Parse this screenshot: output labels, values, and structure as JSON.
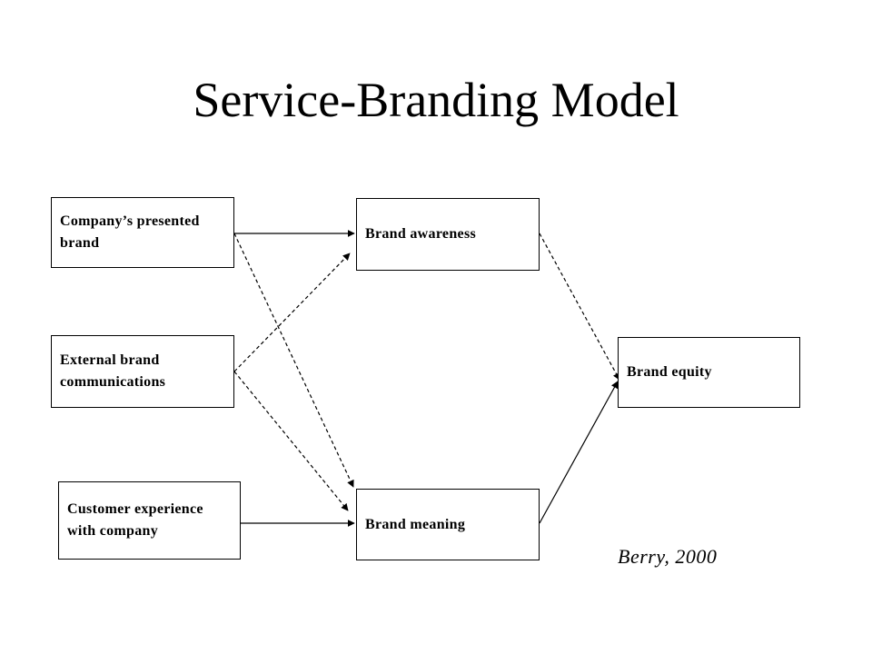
{
  "title": "Service-Branding Model",
  "nodes": {
    "company": "Company’s presented brand",
    "external": "External brand communications",
    "customer": "Customer experience with company",
    "awareness": "Brand awareness",
    "meaning": "Brand meaning",
    "equity": "Brand equity"
  },
  "edges": [
    {
      "from": "company",
      "to": "awareness",
      "style": "solid"
    },
    {
      "from": "company",
      "to": "meaning",
      "style": "dashed"
    },
    {
      "from": "external",
      "to": "awareness",
      "style": "dashed"
    },
    {
      "from": "external",
      "to": "meaning",
      "style": "dashed"
    },
    {
      "from": "customer",
      "to": "meaning",
      "style": "solid"
    },
    {
      "from": "awareness",
      "to": "equity",
      "style": "dashed"
    },
    {
      "from": "meaning",
      "to": "equity",
      "style": "solid"
    }
  ],
  "citation": "Berry, 2000"
}
